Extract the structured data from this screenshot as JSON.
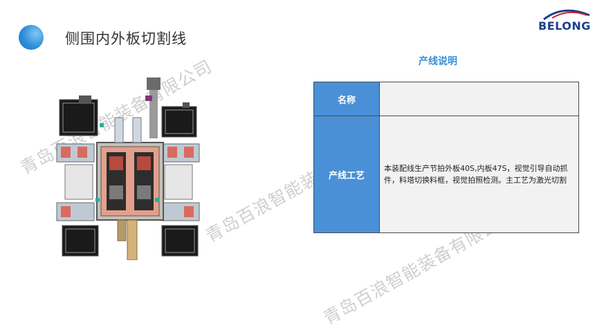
{
  "page": {
    "title": "侧围内外板切割线"
  },
  "logo": {
    "text": "BELONG"
  },
  "section": {
    "heading": "产线说明"
  },
  "table": {
    "rows": [
      {
        "key": "名称",
        "value": ""
      },
      {
        "key": "产线工艺",
        "value": "本装配线生产节拍外板40S,内板47S，视觉引导自动抓件，料塔切换料框，视觉拍照检测。主工艺为激光切割"
      }
    ]
  },
  "watermarks": {
    "w1": "青岛百浪智能装备有限公司",
    "w2": "青岛百浪智能装备有限公司",
    "w3": "青岛百浪智能装备有限公司"
  },
  "colors": {
    "accent": "#4a90d6",
    "heading": "#3a8fd6",
    "logo": "#1c3f8c",
    "logo_swoosh": "#c8202a"
  },
  "icons": {
    "title_marker": "blue-circle-icon",
    "layout": "production-line-layout-drawing"
  }
}
